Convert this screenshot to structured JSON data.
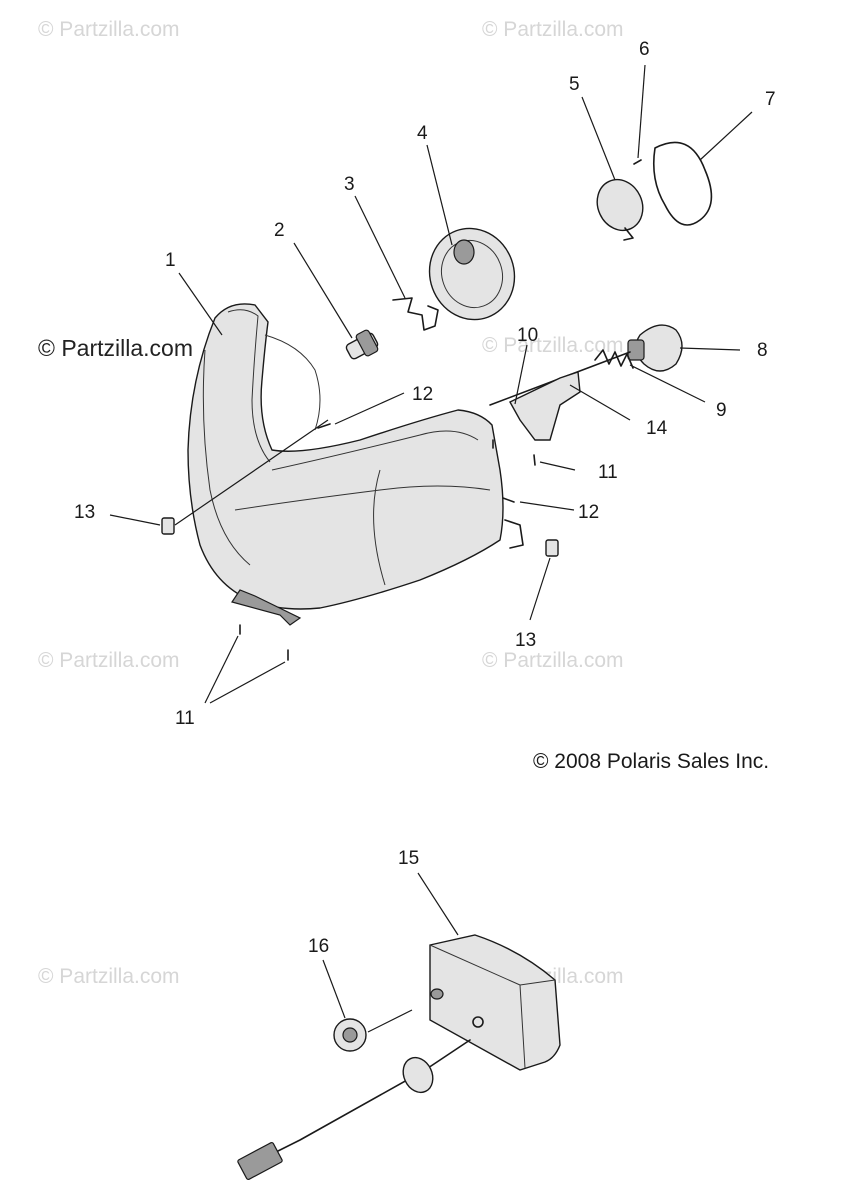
{
  "watermarks": {
    "top_left": "© Partzilla.com",
    "top_right": "© Partzilla.com",
    "mid_left": "© Partzilla.com",
    "mid_right": "© Partzilla.com",
    "lower_left": "© Partzilla.com",
    "lower_right": "© Partzilla.com",
    "bottom_left": "© Partzilla.com",
    "bottom_right": "© Partzilla.com"
  },
  "copyright": "© 2008 Polaris Sales Inc.",
  "callouts": {
    "c1": "1",
    "c2": "2",
    "c3": "3",
    "c4": "4",
    "c5": "5",
    "c6": "6",
    "c7": "7",
    "c8": "8",
    "c9": "9",
    "c10": "10",
    "c11a": "11",
    "c11b": "11",
    "c12a": "12",
    "c12b": "12",
    "c13a": "13",
    "c13b": "13",
    "c14": "14",
    "c15": "15",
    "c16": "16"
  }
}
